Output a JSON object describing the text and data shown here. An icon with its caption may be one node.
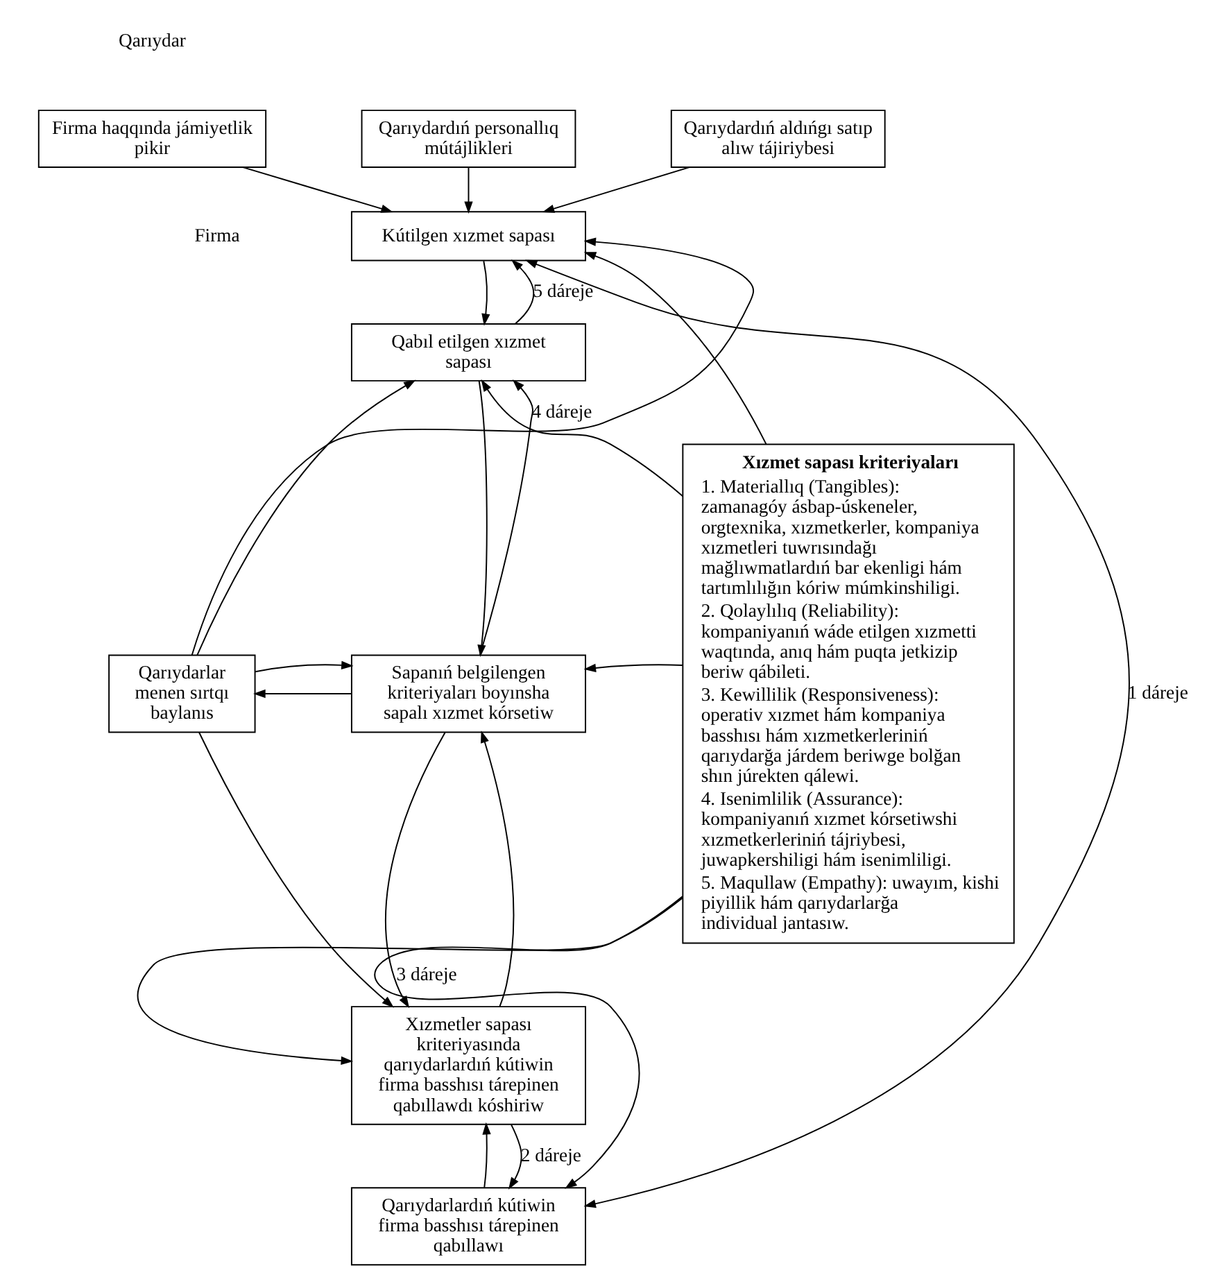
{
  "diagram": {
    "nodes": [
      {
        "text": [
          "Firma haqqında jámiyetlik pikir"
        ]
      },
      {
        "text": [
          "Qarıydardıń personallıq mútájlikleri"
        ]
      },
      {
        "text": [
          "Qarıydardıń aldıńgı satıp alıw tájiriybesi"
        ]
      },
      {
        "text": [
          "Kútilgen xızmet sapası"
        ]
      },
      {
        "text": [
          "Xızmet sapası kriteriyaları",
          "1. Materiallıq (Tangibles): zamanagóy ásbap-úskeneler, orgtexnika, xızmetkerler, kompaniya xızmetleri tuwrısındağı mağlıwmatlardıń bar ekenligi hám tartımlılığın kóriw múmkinshiligi.",
          "2. Qolaylılıq (Reliability): kompaniyanıń wáde etilgen xızmetti waqtında, anıq hám puqta jetkizip beriw qábileti.",
          "3. Kewillilik (Responsiveness): operativ xızmet hám kompaniya basshısı hám xızmetkerleriniń qarıydarğa járdem beriwge bolğan shın júrekten qálewi.",
          "4. Isenimlilik (Assurance): kompaniyanıń xızmet kórsetiwshi xızmetkerleriniń tájriybesi, juwapkershiligi hám isenimliligi.",
          "5. Maqullaw (Empathy): uwayım, kishi piyillik hám qarıydarlarğa individual jantasıw."
        ]
      },
      {
        "text": [
          "Qarıydarlar menen sırtqı baylanıs"
        ]
      },
      {
        "text": [
          "Qabıl etilgen xızmet sapası"
        ]
      },
      {
        "text": [
          "Sapanıń belgilengen kriteriyaları boyınsha sapalı xızmet kórsetiw"
        ]
      },
      {
        "text": [
          "Xızmetler sapası kriteriyasında qarıydarlardıń kútiwin firma basshısı tárepinen qabıllawdı kóshiriw"
        ]
      },
      {
        "text": [
          "Qarıydarlardıń kútiwin firma basshısı tárepinen qabıllawı"
        ]
      }
    ],
    "edges": [
      {
        "from": 0,
        "to": 3,
        "arrow": "to"
      },
      {
        "from": 1,
        "to": 3,
        "arrow": "to"
      },
      {
        "from": 2,
        "to": 3,
        "arrow": "to"
      },
      {
        "from": 4,
        "to": 3,
        "arrow": "to"
      },
      {
        "from": 6,
        "to": 3,
        "arrow": "to",
        "label": "5 dáreje"
      },
      {
        "from": 3,
        "to": 6,
        "arrow": "to"
      },
      {
        "from": 5,
        "to": 3,
        "arrow": "to"
      },
      {
        "from": 3,
        "to": 9,
        "arrow": "both",
        "label": "1 dáreje"
      },
      {
        "from": 5,
        "to": 6,
        "arrow": "to"
      },
      {
        "from": 4,
        "to": 6,
        "arrow": "to"
      },
      {
        "from": 7,
        "to": 6,
        "arrow": "to",
        "label": "4 dáreje"
      },
      {
        "from": 6,
        "to": 7,
        "arrow": "to"
      },
      {
        "from": 7,
        "to": 5,
        "arrow": "to"
      },
      {
        "from": 5,
        "to": 7,
        "arrow": "to"
      },
      {
        "from": 4,
        "to": 7,
        "arrow": "to"
      },
      {
        "from": 8,
        "to": 7,
        "arrow": "to"
      },
      {
        "from": 7,
        "to": 8,
        "arrow": "to",
        "label": "3 dáreje"
      },
      {
        "from": 5,
        "to": 8,
        "arrow": "to"
      },
      {
        "from": 4,
        "to": 8,
        "arrow": "to"
      },
      {
        "from": 9,
        "to": 8,
        "arrow": "to"
      },
      {
        "from": 8,
        "to": 9,
        "arrow": "to",
        "label": "2 dáreje"
      },
      {
        "from": 4,
        "to": 9,
        "arrow": "to"
      }
    ],
    "labels": [
      "Qarıydar",
      "Firma"
    ]
  }
}
